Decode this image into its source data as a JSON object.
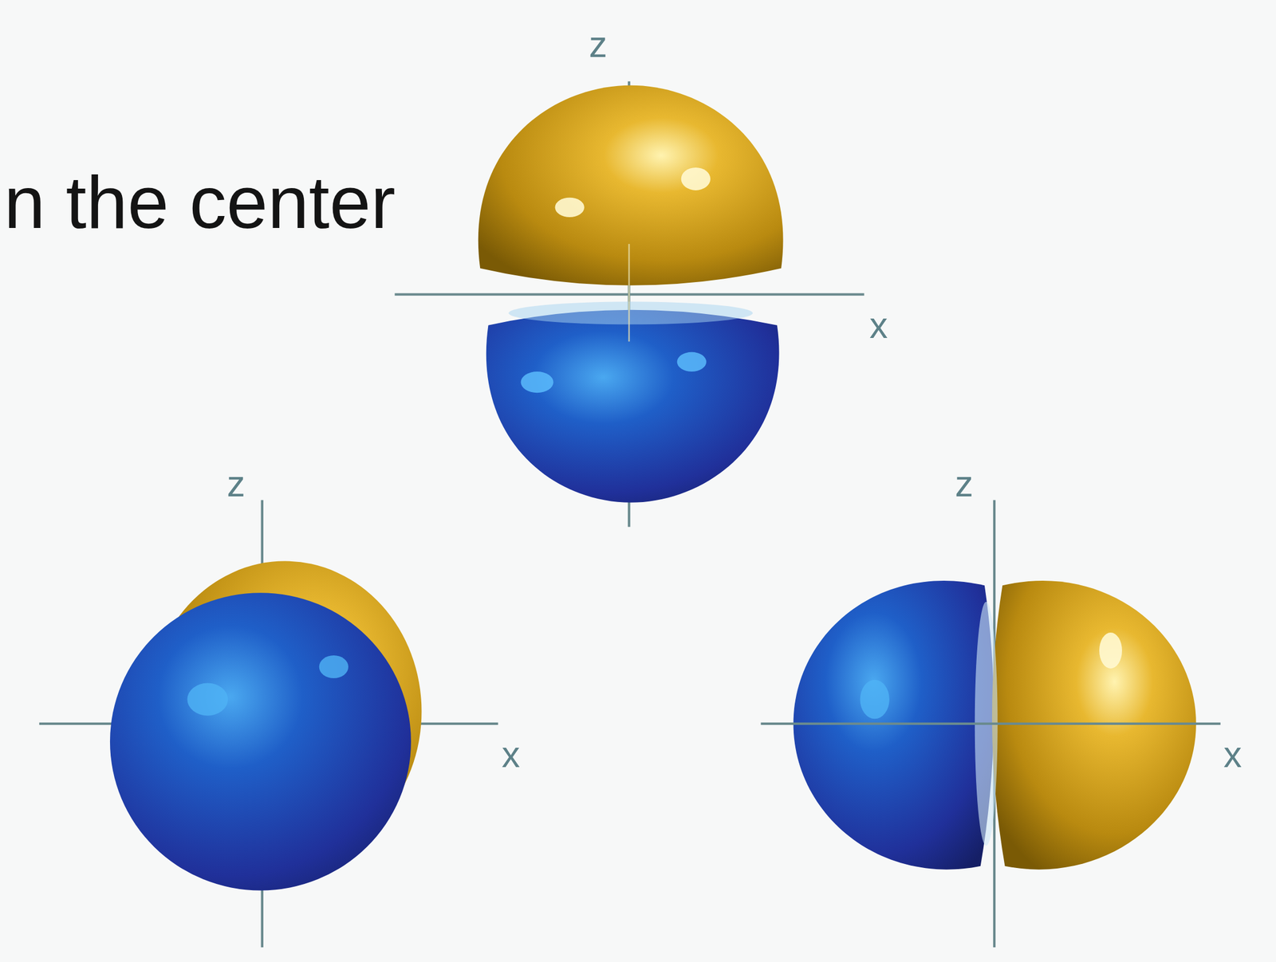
{
  "diagram": {
    "labels": [
      "n the center",
      "z",
      "x",
      "z",
      "x",
      "z",
      "x"
    ]
  }
}
